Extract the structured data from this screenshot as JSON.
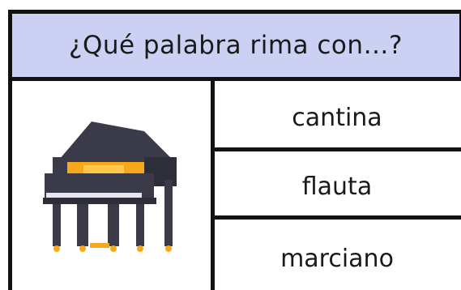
{
  "header": {
    "question": "¿Qué palabra rima con…?"
  },
  "image": {
    "icon": "grand-piano-icon"
  },
  "options": [
    {
      "label": "cantina"
    },
    {
      "label": "flauta"
    },
    {
      "label": "marciano"
    }
  ],
  "colors": {
    "header_bg": "#ccd0f2",
    "border": "#111111",
    "piano_body": "#3b3a48",
    "piano_accent": "#f7a81b"
  }
}
